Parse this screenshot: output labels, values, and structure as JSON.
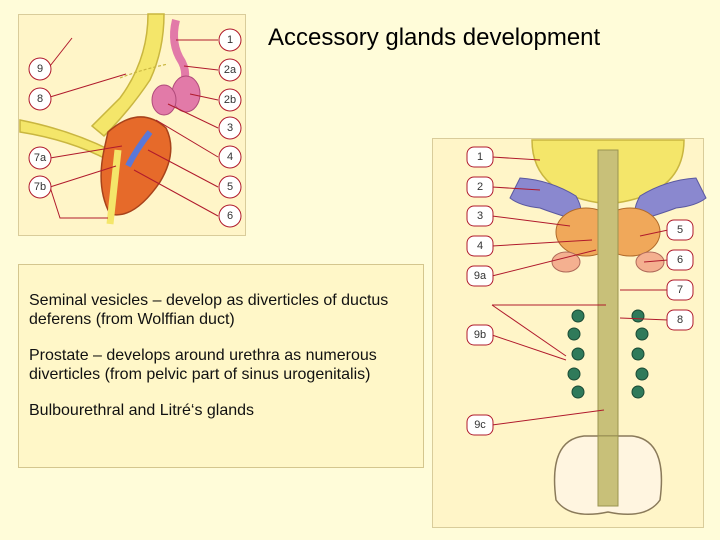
{
  "title": "Accessory glands development",
  "description_paragraphs": [
    "Seminal vesicles – develop as diverticles of ductus deferens (from Wolffian duct)",
    "Prostate – develops around urethra as numerous diverticles (from pelvic part of sinus urogenitalis)",
    "Bulbourethral and Litré‘s glands"
  ],
  "left_diagram": {
    "labels_left": [
      "9",
      "8",
      "7a",
      "7b"
    ],
    "labels_right": [
      "1",
      "2a",
      "2b",
      "3",
      "4",
      "5",
      "6"
    ]
  },
  "right_diagram": {
    "labels_left": [
      "1",
      "2",
      "3",
      "4",
      "9a",
      "9b",
      "9c"
    ],
    "labels_right": [
      "5",
      "6",
      "7",
      "8"
    ]
  },
  "colors": {
    "background": "#fffcd9",
    "panel": "#fff5c8",
    "bladder": "#f4e66a",
    "prostate": "#e66a2a",
    "vesicle_pink": "#e27aa8",
    "seminal_vesicle_purple": "#8a88cf",
    "gland_green": "#2f7a5a",
    "urethra": "#c8c079",
    "leader_line": "#b01a2c"
  }
}
